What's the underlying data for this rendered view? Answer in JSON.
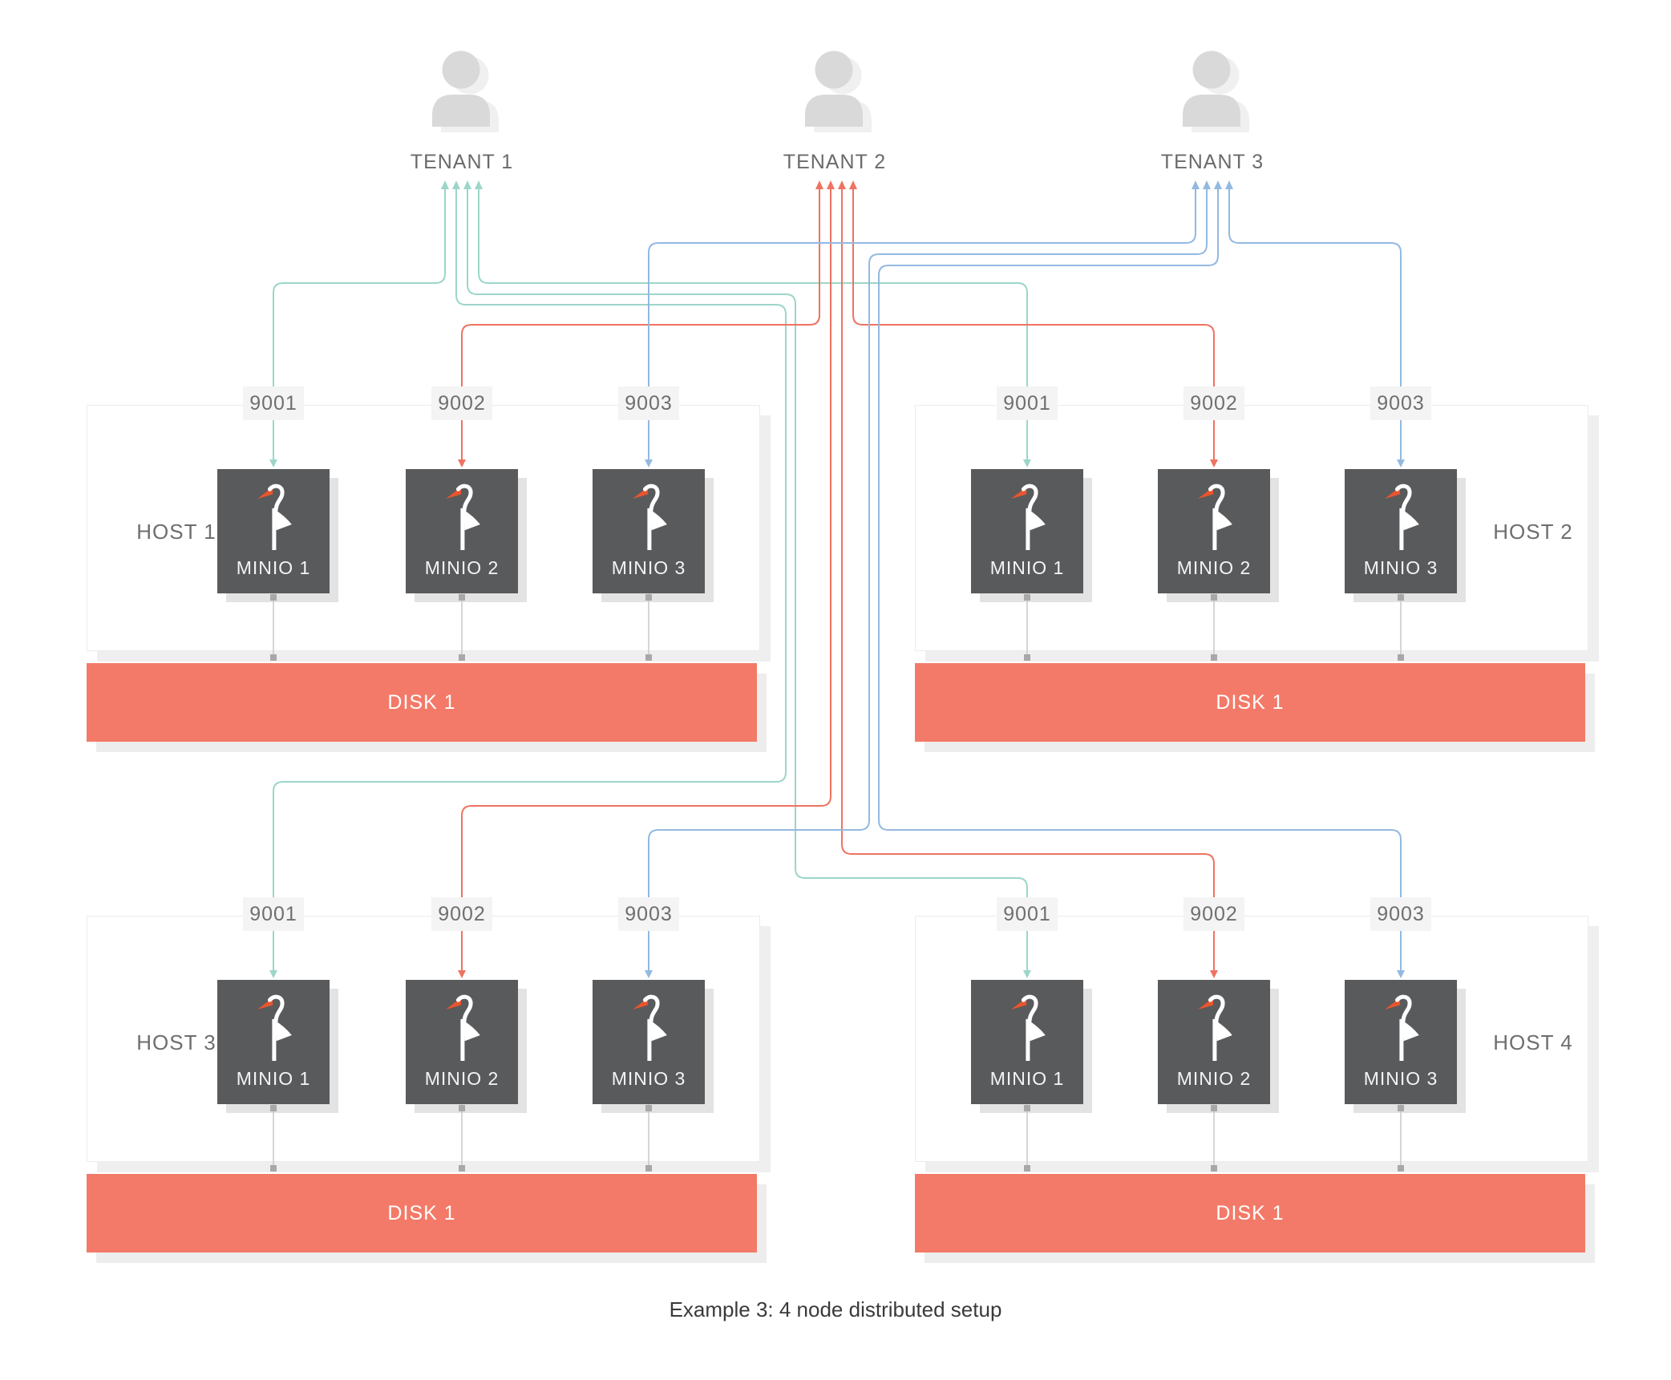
{
  "caption": "Example 3: 4 node distributed setup",
  "tenants": [
    {
      "label": "TENANT 1"
    },
    {
      "label": "TENANT 2"
    },
    {
      "label": "TENANT 3"
    }
  ],
  "hosts": [
    {
      "label": "HOST 1",
      "ports": [
        "9001",
        "9002",
        "9003"
      ],
      "minio_nodes": [
        "MINIO 1",
        "MINIO 2",
        "MINIO 3"
      ],
      "disk_label": "DISK 1"
    },
    {
      "label": "HOST 2",
      "ports": [
        "9001",
        "9002",
        "9003"
      ],
      "minio_nodes": [
        "MINIO 1",
        "MINIO 2",
        "MINIO 3"
      ],
      "disk_label": "DISK 1"
    },
    {
      "label": "HOST 3",
      "ports": [
        "9001",
        "9002",
        "9003"
      ],
      "minio_nodes": [
        "MINIO 1",
        "MINIO 2",
        "MINIO 3"
      ],
      "disk_label": "DISK 1"
    },
    {
      "label": "HOST 4",
      "ports": [
        "9001",
        "9002",
        "9003"
      ],
      "minio_nodes": [
        "MINIO 1",
        "MINIO 2",
        "MINIO 3"
      ],
      "disk_label": "DISK 1"
    }
  ],
  "connections": [
    {
      "tenant": "TENANT 1",
      "host": "HOST 1",
      "port": "9001"
    },
    {
      "tenant": "TENANT 1",
      "host": "HOST 2",
      "port": "9001"
    },
    {
      "tenant": "TENANT 1",
      "host": "HOST 3",
      "port": "9001"
    },
    {
      "tenant": "TENANT 1",
      "host": "HOST 4",
      "port": "9001"
    },
    {
      "tenant": "TENANT 2",
      "host": "HOST 1",
      "port": "9002"
    },
    {
      "tenant": "TENANT 2",
      "host": "HOST 2",
      "port": "9002"
    },
    {
      "tenant": "TENANT 2",
      "host": "HOST 3",
      "port": "9002"
    },
    {
      "tenant": "TENANT 2",
      "host": "HOST 4",
      "port": "9002"
    },
    {
      "tenant": "TENANT 3",
      "host": "HOST 1",
      "port": "9003"
    },
    {
      "tenant": "TENANT 3",
      "host": "HOST 2",
      "port": "9003"
    },
    {
      "tenant": "TENANT 3",
      "host": "HOST 3",
      "port": "9003"
    },
    {
      "tenant": "TENANT 3",
      "host": "HOST 4",
      "port": "9003"
    }
  ],
  "colors": {
    "tenant1_lines": "#9bd6c9",
    "tenant2_lines": "#ef7361",
    "tenant3_lines": "#93b9e1",
    "disk_fill": "#f37a68",
    "minio_box_fill": "#595a5c",
    "minio_beak_orange": "#e8552e",
    "port_badge_fill": "#f4f4f4",
    "host_border": "#ececec",
    "person_icon_gray": "#d9d9d9",
    "label_text_gray": "#6a6a6a"
  },
  "icons": {
    "tenant": "person-icon",
    "minio": "minio-stork-icon"
  }
}
